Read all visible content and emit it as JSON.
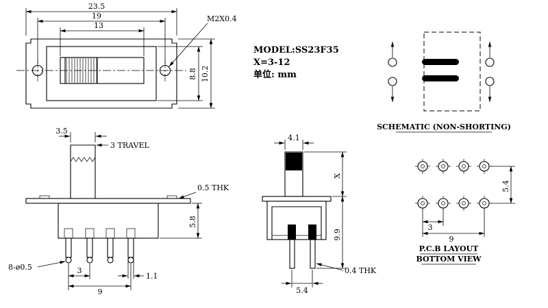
{
  "meta": {
    "model": "MODEL:SS23F35",
    "x_range": "X=3-12",
    "unit": "单位: mm"
  },
  "top_view": {
    "dim_overall_width": "23.5",
    "dim_hole_spacing": "19",
    "dim_slot_length": "13",
    "thread_callout": "M2X0.4",
    "dim_inner_height": "8.8",
    "dim_overall_height": "10.2"
  },
  "schematic": {
    "caption": "SCHEMATIC (NON-SHORTING)"
  },
  "front_view": {
    "dim_knob_width": "3.5",
    "travel_label": "3 TRAVEL",
    "thickness_label": "0.5 THK",
    "dim_body_height": "5.8",
    "pin_callout": "8-ø0.5",
    "dim_pin_pitch": "3",
    "dim_pin_span": "9",
    "dim_pin_end": "1.1"
  },
  "side_view": {
    "dim_knob_depth": "4.1",
    "dim_actuator_height": "X",
    "dim_total_height": "9.9",
    "dim_row_spacing": "5.4",
    "thickness_label": "0.4 THK"
  },
  "pcb_view": {
    "caption_line1": "P.C.B LAYOUT",
    "caption_line2": "BOTTOM VIEW",
    "dim_row_spacing": "5.4",
    "dim_pitch": "3",
    "dim_span": "9"
  }
}
